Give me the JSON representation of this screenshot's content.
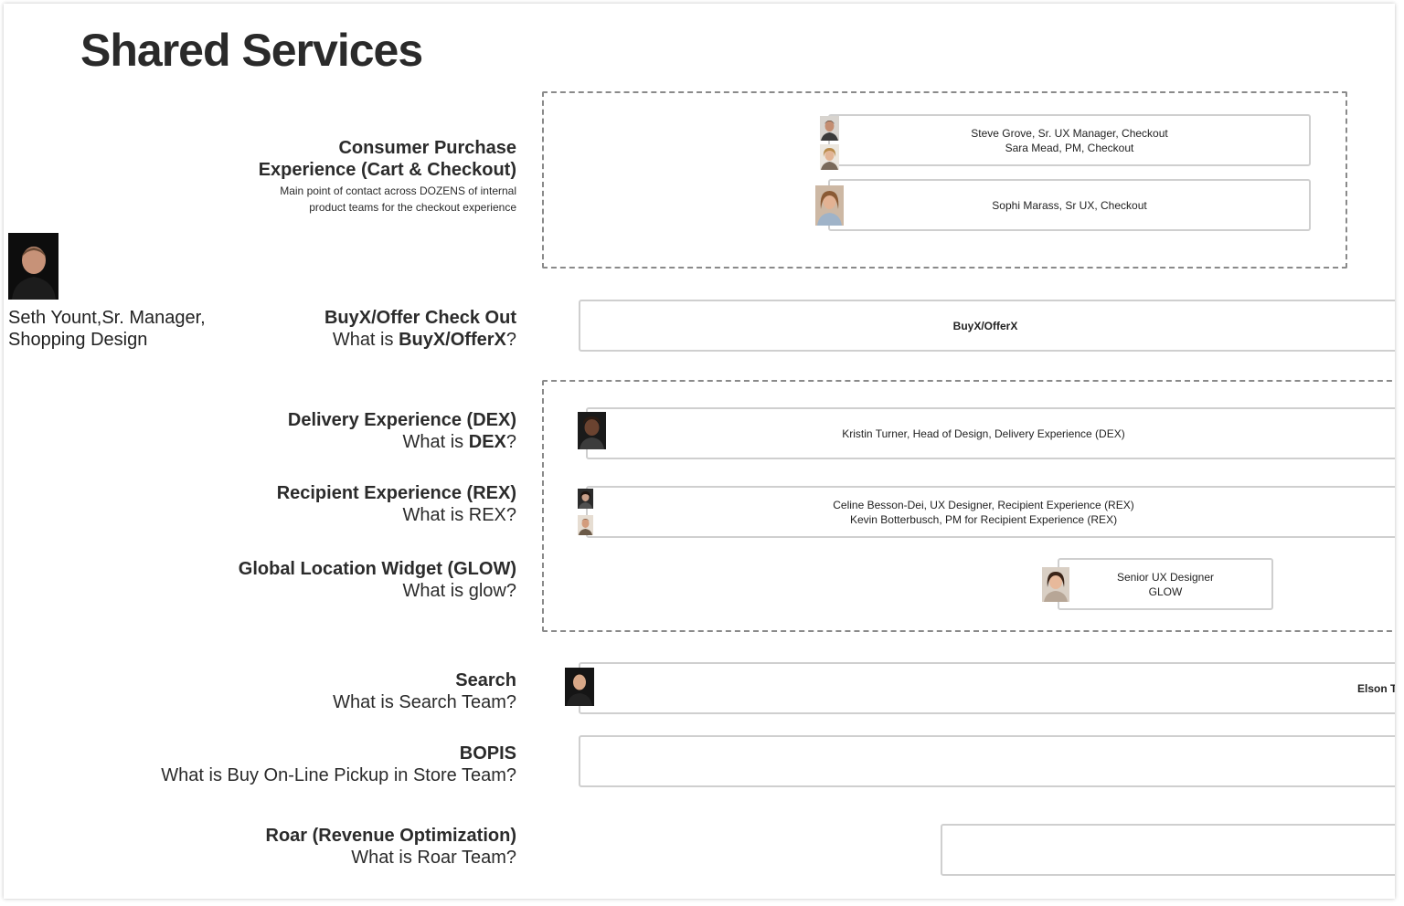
{
  "title": "Shared Services",
  "lead": {
    "name_line1": "Seth Yount,Sr. Manager,",
    "name_line2": "Shopping Design"
  },
  "rows": {
    "cpe": {
      "heading_line1": "Consumer Purchase",
      "heading_line2": "Experience (Cart & Checkout)",
      "desc_line1": "Main point of contact across DOZENS of internal",
      "desc_line2": "product teams for the checkout experience"
    },
    "buyx": {
      "heading": "BuyX/Offer Check Out",
      "q_pre": "What is ",
      "q_bold": "BuyX/OfferX",
      "q_post": "?"
    },
    "dex": {
      "heading": "Delivery Experience (DEX)",
      "q_pre": "What is ",
      "q_bold": "DEX",
      "q_post": "?"
    },
    "rex": {
      "heading": "Recipient Experience (REX)",
      "question": "What is REX?"
    },
    "glow": {
      "heading": "Global Location Widget (GLOW)",
      "question": "What is glow?"
    },
    "search": {
      "heading": "Search",
      "question": "What is Search Team?"
    },
    "bopis": {
      "heading": "BOPIS",
      "question": "What is Buy On-Line Pickup in Store Team?"
    },
    "roar": {
      "heading": "Roar (Revenue Optimization)",
      "question": "What is Roar Team?"
    }
  },
  "cards": {
    "checkout_leads": [
      "Steve Grove, Sr. UX Manager, Checkout",
      "Sara Mead, PM,  Checkout"
    ],
    "checkout_ux": "Sophi Marass, Sr UX, Checkout",
    "buyx": "BuyX/OfferX",
    "dex": "Kristin Turner, Head of Design, Delivery Experience (DEX)",
    "rex": [
      "Celine Besson-Dei, UX Designer, Recipient Experience (REX)",
      "Kevin Botterbusch, PM for Recipient Experience (REX)"
    ],
    "glow": [
      "Senior UX Designer",
      "GLOW"
    ],
    "search": "Elson Tr"
  },
  "colors": {
    "title_text": "#2a2a2a",
    "dashed_border": "#8a8a8a",
    "card_border": "#cfcfcf"
  }
}
